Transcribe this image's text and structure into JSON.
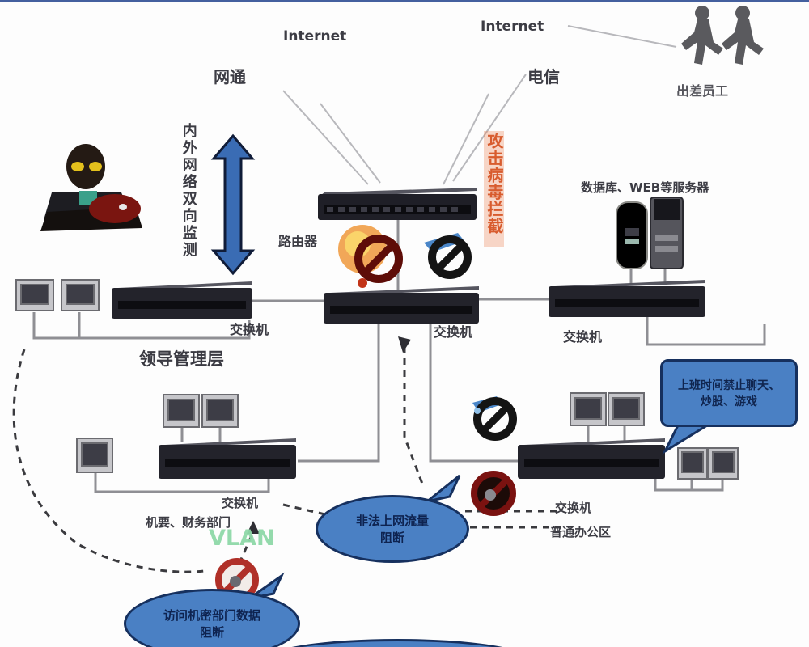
{
  "diagram": {
    "internet_left": "Internet",
    "internet_right": "Internet",
    "isp_left": "网通",
    "isp_right": "电信",
    "traveling_staff": "出差员工",
    "monitor_vertical_text": "内外网络双向监测",
    "attack_banner_text": "攻击病毒拦截",
    "router_label": "路由器",
    "servers_label": "数据库、WEB等服务器",
    "switch_core_label": "交换机",
    "switch_left_label": "交换机",
    "switch_right_label": "交换机",
    "leadership_label": "领导管理层",
    "switch_finance_label": "交换机",
    "finance_dept_label": "机要、财务部门",
    "vlan_label": "VLAN",
    "switch_office_label": "交换机",
    "office_label": "普通办公区",
    "bubble": {
      "line1": "上班时间禁止聊天、",
      "line2": "炒股、游戏"
    },
    "callout_center": {
      "line1": "非法上网流量",
      "line2": "阻断"
    },
    "callout_left": {
      "line1": "访问机密部门数据",
      "line2": "阻断"
    }
  },
  "colors": {
    "callout_blue": "#4a80c4",
    "callout_border_navy": "#16305e",
    "arrow_blue": "#3a6cb4",
    "banner_orange": "#d85c2e",
    "vlan_green": "#8fd9a8",
    "device_dark": "#23232b",
    "line_gray": "#9a9a9e",
    "prohibition_red": "#8b1a12"
  }
}
